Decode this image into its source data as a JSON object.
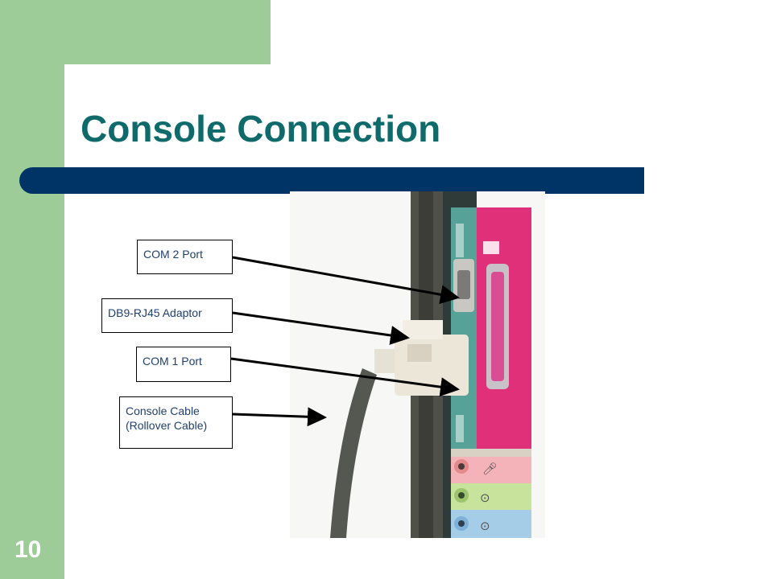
{
  "slide": {
    "title": "Console Connection",
    "number": "10"
  },
  "labels": {
    "com2": "COM 2 Port",
    "adaptor": "DB9-RJ45 Adaptor",
    "com1": "COM 1 Port",
    "cable_line1": "Console Cable",
    "cable_line2": "(Rollover Cable)"
  },
  "colors": {
    "title": "#0f6b6b",
    "bar": "#003366",
    "green": "#9dcc98",
    "label_text": "#1f3f6f",
    "port_panel": "#e0307a"
  }
}
